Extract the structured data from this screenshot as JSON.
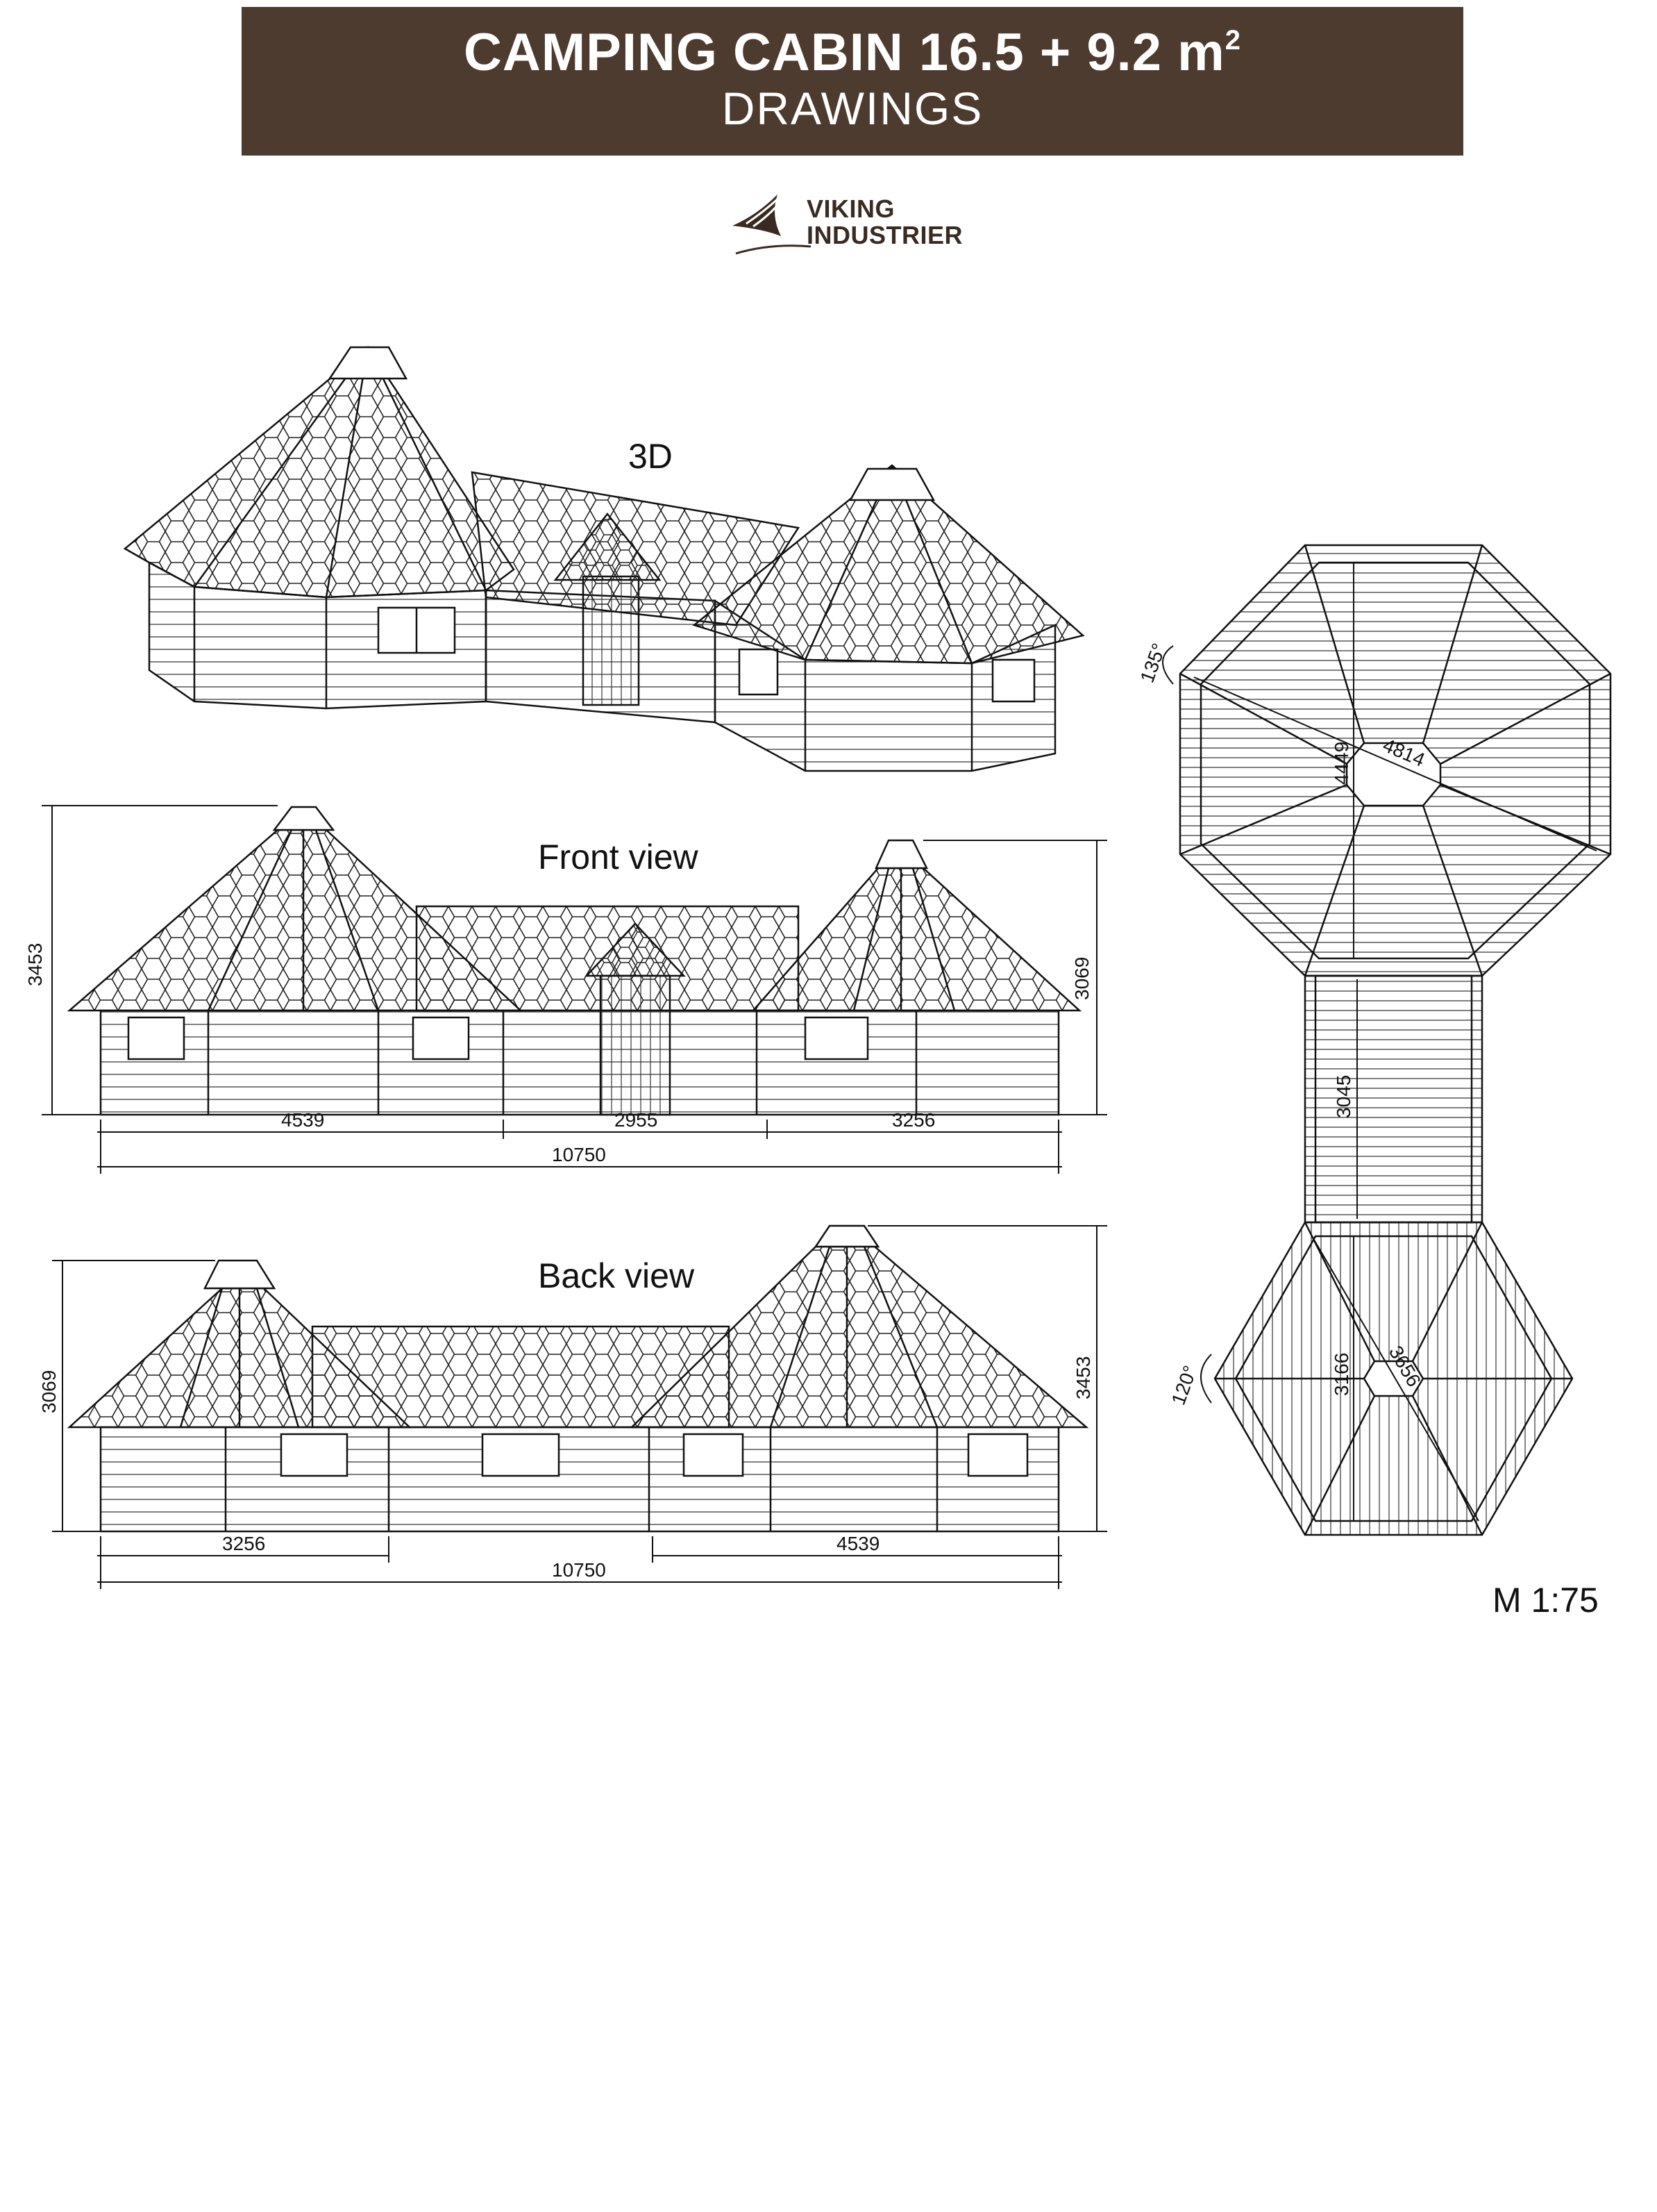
{
  "header": {
    "title": "CAMPING CABIN 16.5 + 9.2 m",
    "title_sup": "2",
    "subtitle": "DRAWINGS",
    "bg_color": "#4e3b2f"
  },
  "logo": {
    "line1": "VIKING",
    "line2": "INDUSTRIER",
    "icon": "viking-wing-icon"
  },
  "views": {
    "three_d": "3D",
    "front": "Front view",
    "back": "Back view"
  },
  "front_dims": {
    "height_left": "3453",
    "height_right": "3069",
    "seg1": "4539",
    "seg2": "2955",
    "seg3": "3256",
    "total": "10750"
  },
  "back_dims": {
    "height_left": "3069",
    "height_right": "3453",
    "seg1": "3256",
    "seg2": "4539",
    "total": "10750"
  },
  "plan_dims": {
    "angle_top": "135°",
    "oct_width": "4449",
    "oct_diag": "4814",
    "corridor": "3045",
    "hex_width": "3166",
    "hex_diag": "3656",
    "angle_bottom": "120°"
  },
  "scale": "M 1:75"
}
